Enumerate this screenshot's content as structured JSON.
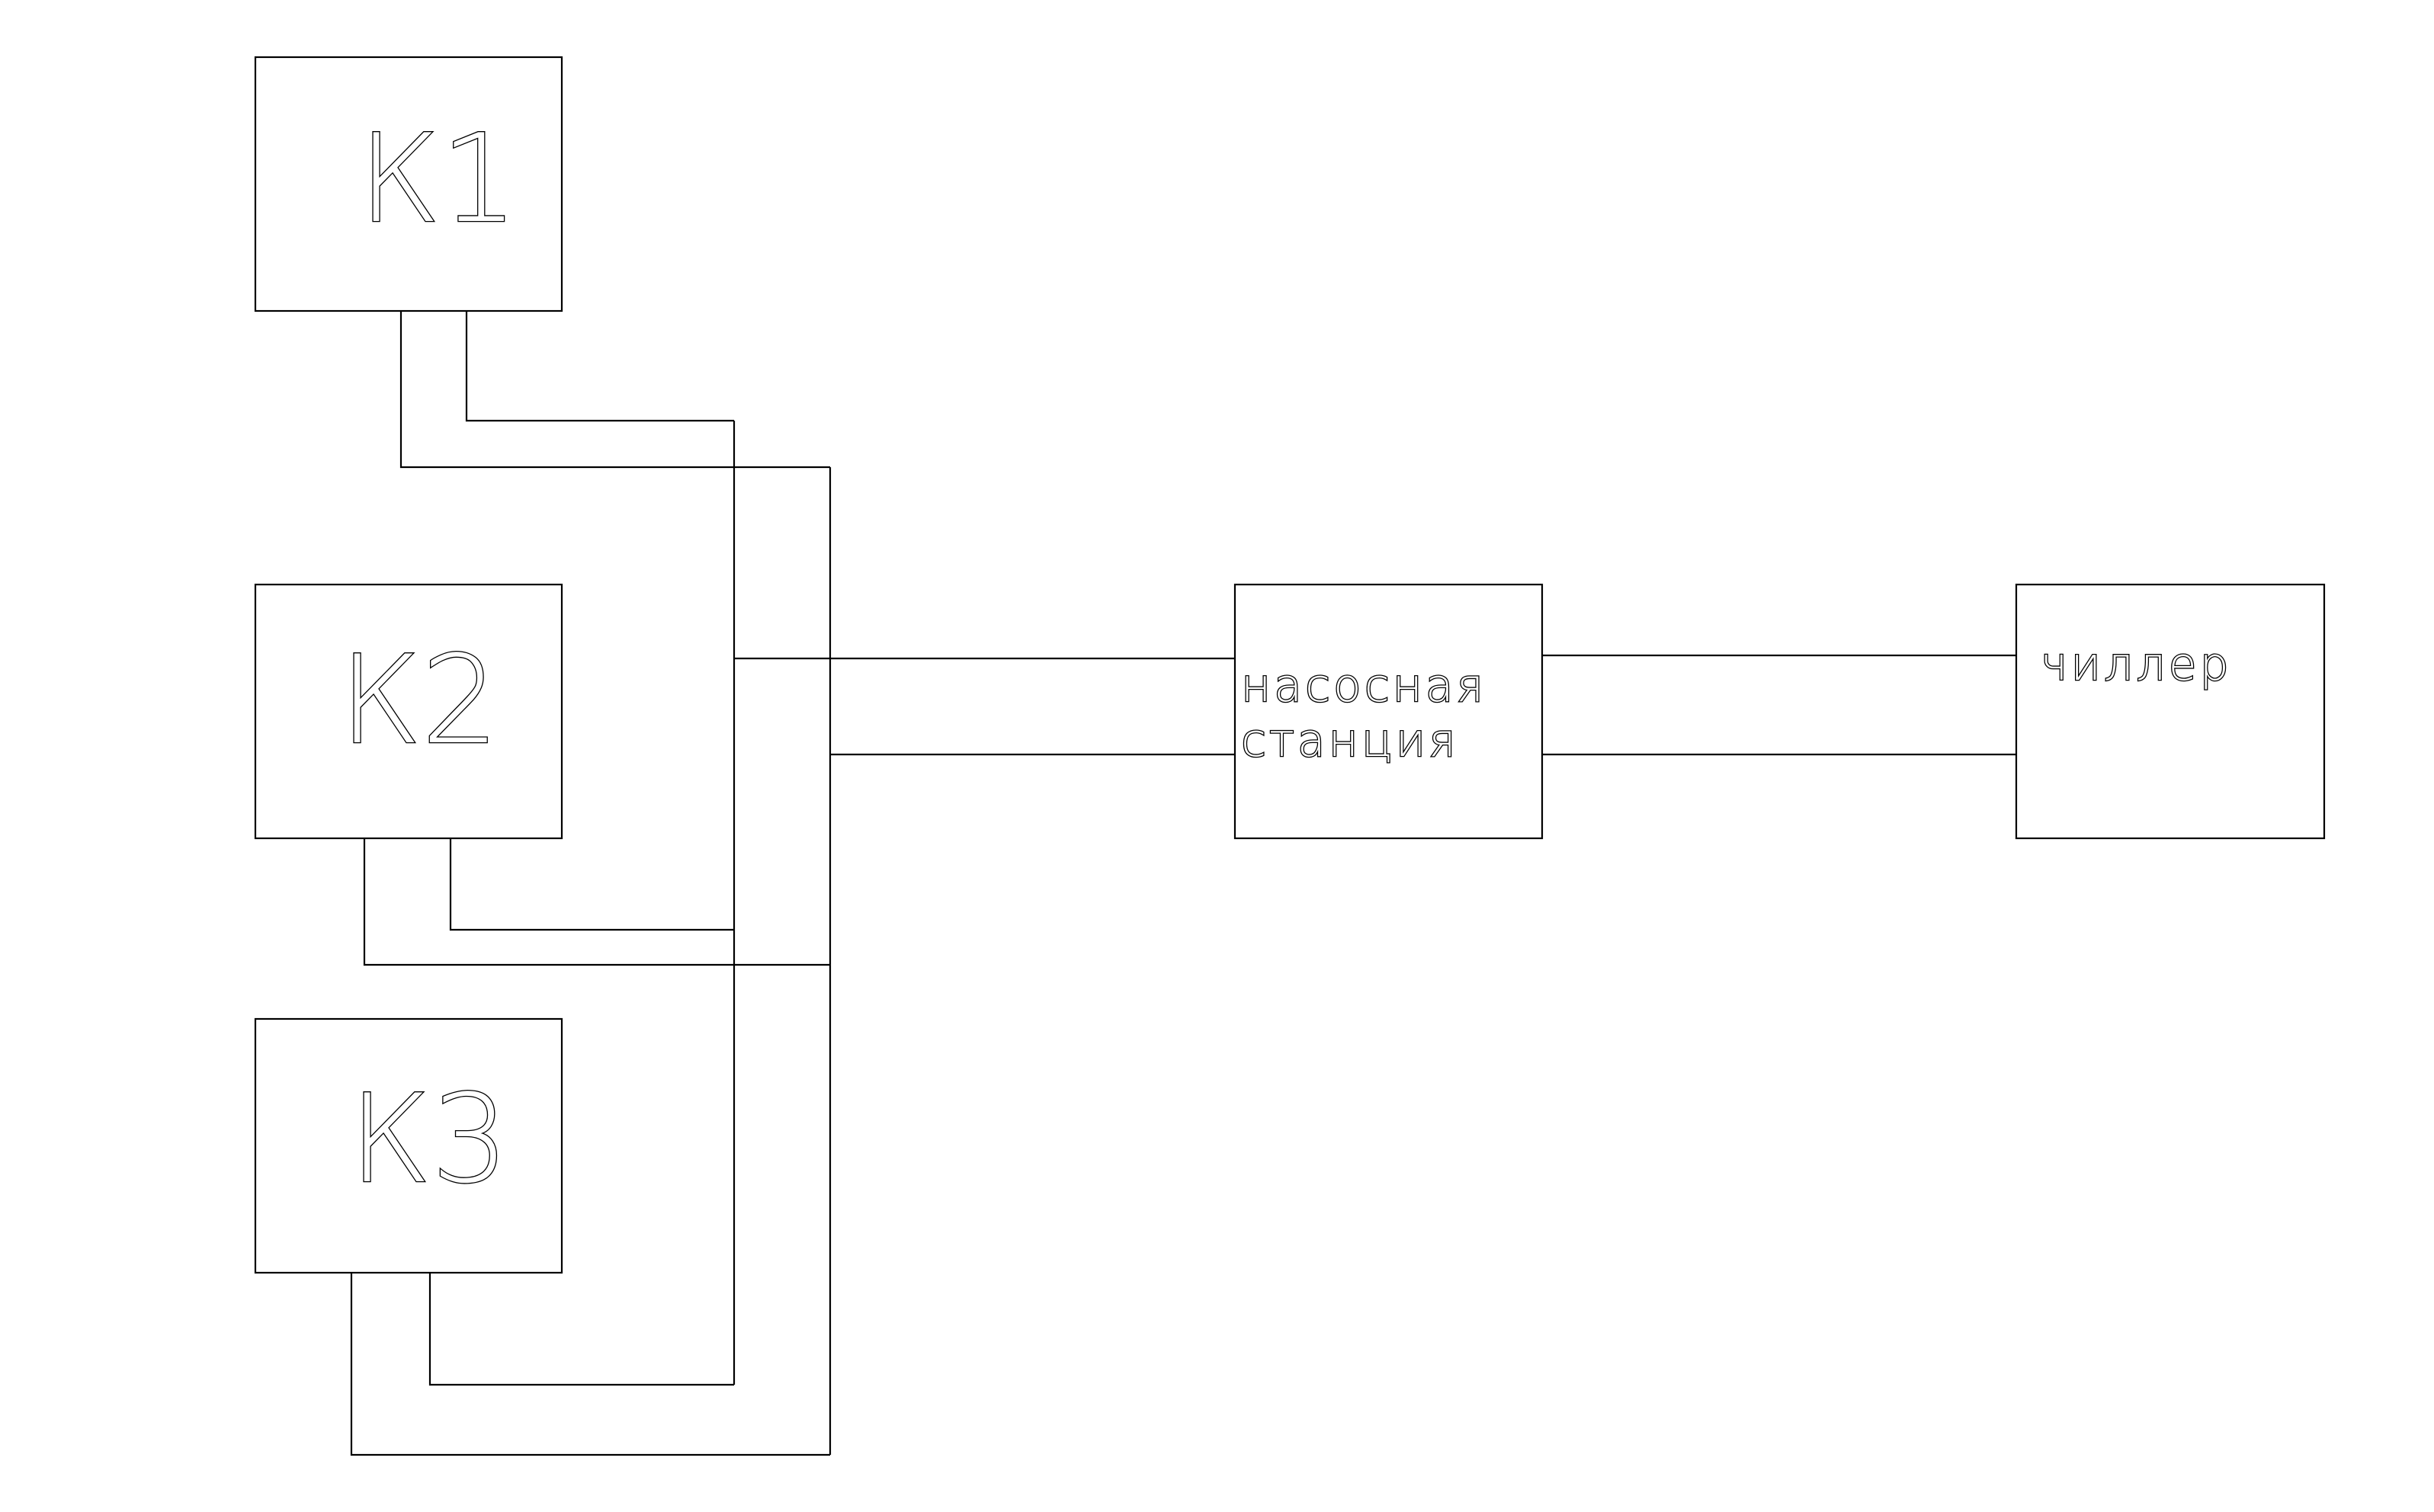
{
  "diagram": {
    "nodes": {
      "k1": {
        "label": "К1"
      },
      "k2": {
        "label": "К2"
      },
      "k3": {
        "label": "К3"
      },
      "pump": {
        "label_line1": "насосная",
        "label_line2": "станция"
      },
      "chiller": {
        "label": "чиллер"
      }
    },
    "edges": [
      {
        "from": "k1",
        "to": "supply-header",
        "role": "supply"
      },
      {
        "from": "k1",
        "to": "return-header",
        "role": "return"
      },
      {
        "from": "k2",
        "to": "supply-header",
        "role": "supply"
      },
      {
        "from": "k2",
        "to": "return-header",
        "role": "return"
      },
      {
        "from": "k3",
        "to": "supply-header",
        "role": "supply"
      },
      {
        "from": "k3",
        "to": "return-header",
        "role": "return"
      },
      {
        "from": "supply-header",
        "to": "pump",
        "role": "supply"
      },
      {
        "from": "return-header",
        "to": "pump",
        "role": "return"
      },
      {
        "from": "pump",
        "to": "chiller",
        "role": "supply"
      },
      {
        "from": "pump",
        "to": "chiller",
        "role": "return"
      }
    ],
    "colors": {
      "stroke": "#000000",
      "background": "#ffffff"
    }
  }
}
